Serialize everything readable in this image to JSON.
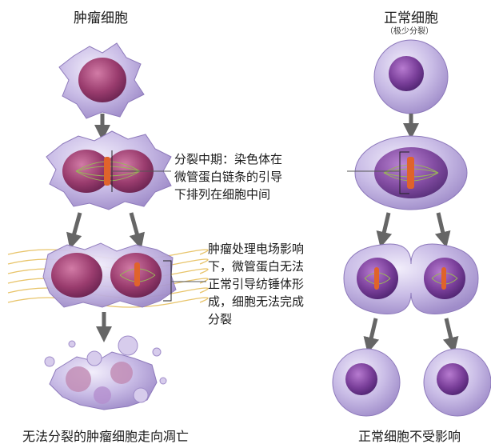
{
  "tumor_title": "肿瘤细胞",
  "normal_title": "正常细胞",
  "normal_subtitle": "（极少分裂）",
  "metaphase_text": [
    "分裂中期：染色体在",
    "微管蛋白链条的引导",
    "下排列在细胞中间"
  ],
  "field_text": [
    "肿瘤处理电场影响",
    "下，微管蛋白无法",
    "正常引导纺锤体形",
    "成，细胞无法完成",
    "分裂"
  ],
  "tumor_caption": "无法分裂的肿瘤细胞走向凋亡",
  "normal_caption": "正常细胞不受影响",
  "colors": {
    "cell_membrane": "#b7a6d8",
    "nucleus": "#7a3f9a",
    "tumor_nucleus": "#9a3c6e",
    "chromosome": "#e0632b",
    "spindle": "#9ab35a",
    "field_lines": "#e8c46a",
    "arrow": "#666666"
  }
}
